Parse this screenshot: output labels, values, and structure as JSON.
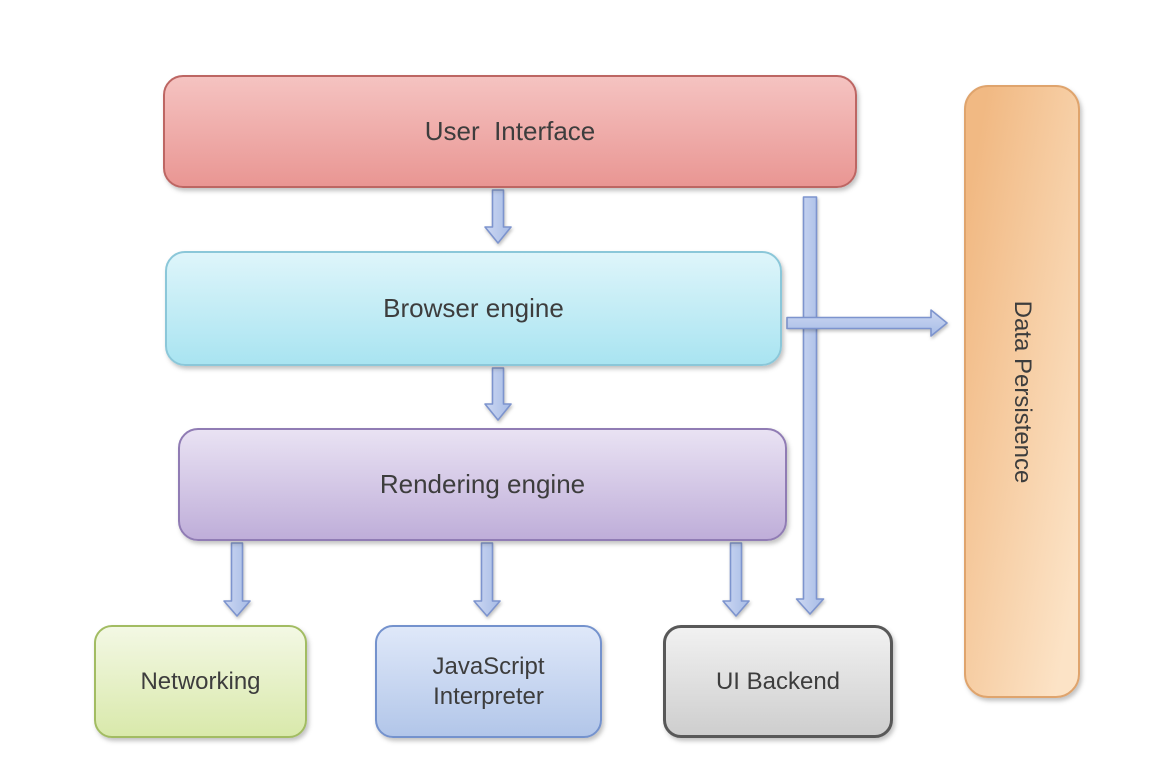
{
  "diagram_type": "flow-diagram",
  "boxes": {
    "user_interface": {
      "label": "User  Interface",
      "fill_top": "#f5c3c1",
      "fill_bottom": "#e99693",
      "border": "#bd6663"
    },
    "browser_engine": {
      "label": "Browser engine",
      "fill_top": "#def5fa",
      "fill_bottom": "#a9e4f1",
      "border": "#8bc7d9"
    },
    "rendering_engine": {
      "label": "Rendering engine",
      "fill_top": "#e9e2f3",
      "fill_bottom": "#bfaed9",
      "border": "#907cb4"
    },
    "networking": {
      "label": "Networking",
      "fill_top": "#f3f8e4",
      "fill_bottom": "#d9e9ab",
      "border": "#a2bc62"
    },
    "javascript_interpreter": {
      "label": "JavaScript Interpreter",
      "fill_top": "#dfe8f9",
      "fill_bottom": "#b2c6e9",
      "border": "#7492cd"
    },
    "ui_backend": {
      "label": "UI Backend",
      "fill_top": "#f1f1f1",
      "fill_bottom": "#cecece",
      "border": "#585858"
    },
    "data_persistence": {
      "label": "Data Persistence",
      "fill_top": "#f1b983",
      "fill_bottom": "#fce3c6",
      "border": "#dfa46d"
    }
  },
  "arrows": {
    "fill_light": "#cdd8f2",
    "fill_dark": "#a6bbe6",
    "stroke": "#7d94ce",
    "connections": [
      {
        "from": "user_interface",
        "to": "browser_engine",
        "direction": "down"
      },
      {
        "from": "browser_engine",
        "to": "rendering_engine",
        "direction": "down"
      },
      {
        "from": "rendering_engine",
        "to": "networking",
        "direction": "down"
      },
      {
        "from": "rendering_engine",
        "to": "javascript_interpreter",
        "direction": "down"
      },
      {
        "from": "rendering_engine",
        "to": "ui_backend",
        "direction": "down"
      },
      {
        "from": "user_interface",
        "to": "ui_backend",
        "direction": "down"
      },
      {
        "from": "browser_engine",
        "to": "data_persistence",
        "direction": "right"
      }
    ]
  },
  "text_color": "#3d3d3d",
  "background_color": "#ffffff"
}
